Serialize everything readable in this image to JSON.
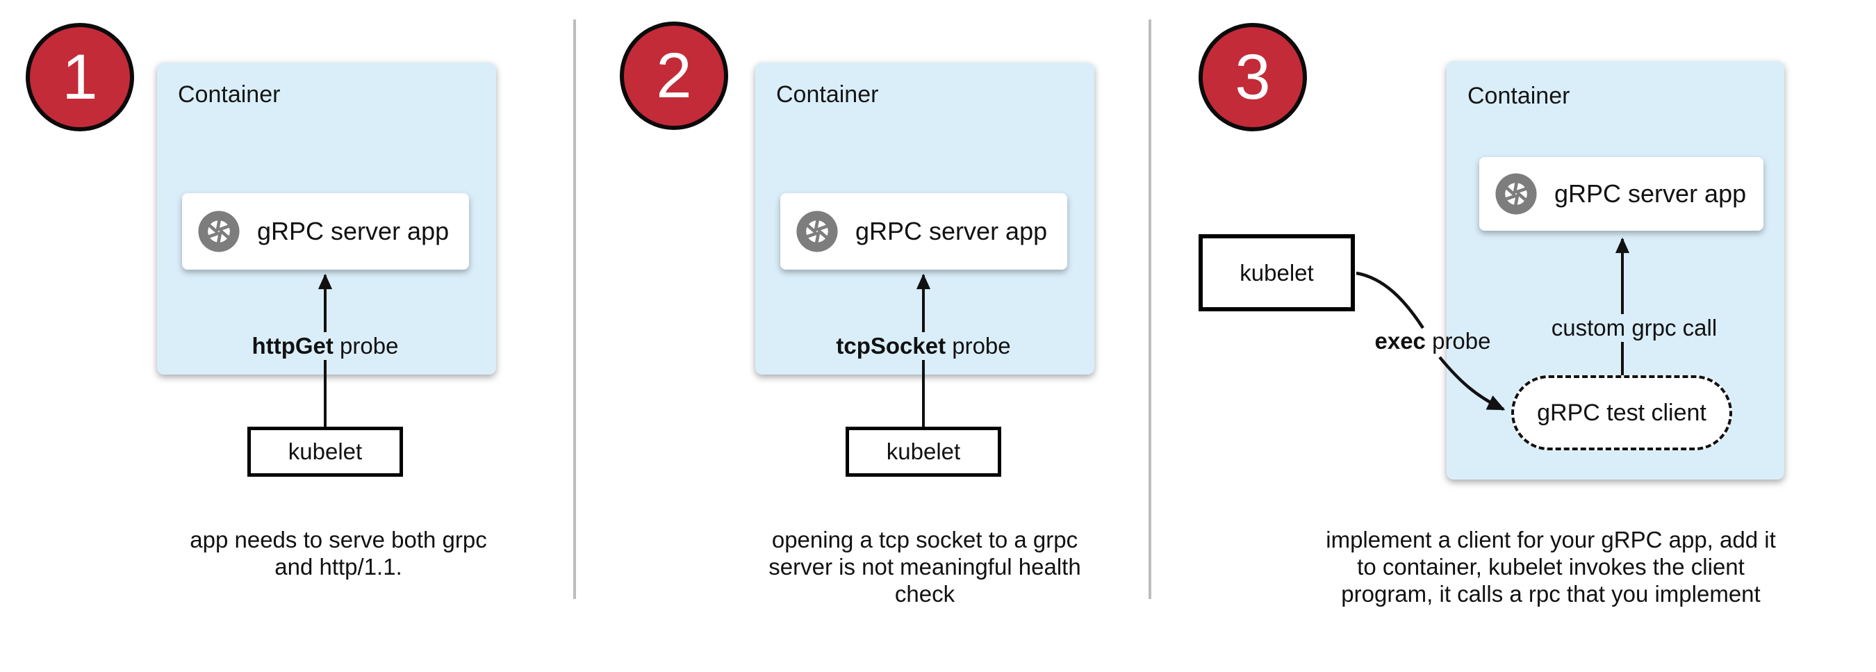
{
  "colors": {
    "badge_red": "#c32b38",
    "container_blue": "#daeef9",
    "icon_gray": "#7d7d7d",
    "divider_gray": "#bdbdbd",
    "ink": "#111111"
  },
  "panels": [
    {
      "number": "1",
      "container_label": "Container",
      "app_label": "gRPC server app",
      "app_icon": "aperture-icon",
      "probe_bold": "httpGet",
      "probe_rest": " probe",
      "kubelet_label": "kubelet",
      "caption_lines": [
        "app needs to serve both grpc",
        "and http/1.1."
      ]
    },
    {
      "number": "2",
      "container_label": "Container",
      "app_label": "gRPC server app",
      "app_icon": "aperture-icon",
      "probe_bold": "tcpSocket",
      "probe_rest": " probe",
      "kubelet_label": "kubelet",
      "caption_lines": [
        "opening a tcp socket to a grpc",
        "server is not meaningful health",
        "check"
      ]
    },
    {
      "number": "3",
      "container_label": "Container",
      "app_label": "gRPC server app",
      "app_icon": "aperture-icon",
      "probe_bold": "exec",
      "probe_rest": " probe",
      "kubelet_label": "kubelet",
      "custom_call_label": "custom grpc call",
      "test_client_label": "gRPC test client",
      "caption_lines": [
        "implement a client for your gRPC app, add it",
        "to container, kubelet invokes the client",
        "program, it calls a rpc that you implement"
      ]
    }
  ]
}
